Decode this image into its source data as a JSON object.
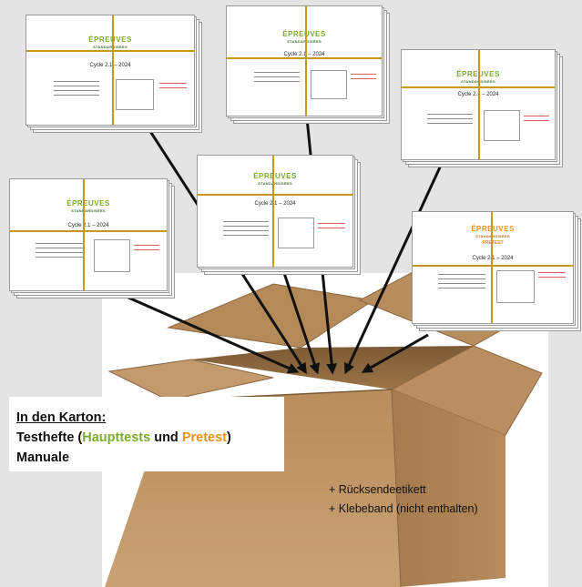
{
  "booklet": {
    "logo_word": "ÉPREUVES",
    "logo_sub": "STANDARDISÉES",
    "pretest": "PRETEST",
    "cycle": "Cycle 2.1 – 2024"
  },
  "label": {
    "heading": "In den Karton:",
    "line2_prefix": "Testhefte (",
    "haupttests": "Haupttests",
    "und": " und ",
    "pretest": "Pretest",
    "line2_suffix": ")",
    "line3": "Manuale"
  },
  "notes": {
    "line1": "+ Rücksendeetikett",
    "line2": "+ Klebeband (nicht enthalten)"
  },
  "colors": {
    "haupttests": "#7aab2e",
    "pretest": "#e8921c",
    "strap": "#c49a1c",
    "cardboard": "#b78a58"
  }
}
